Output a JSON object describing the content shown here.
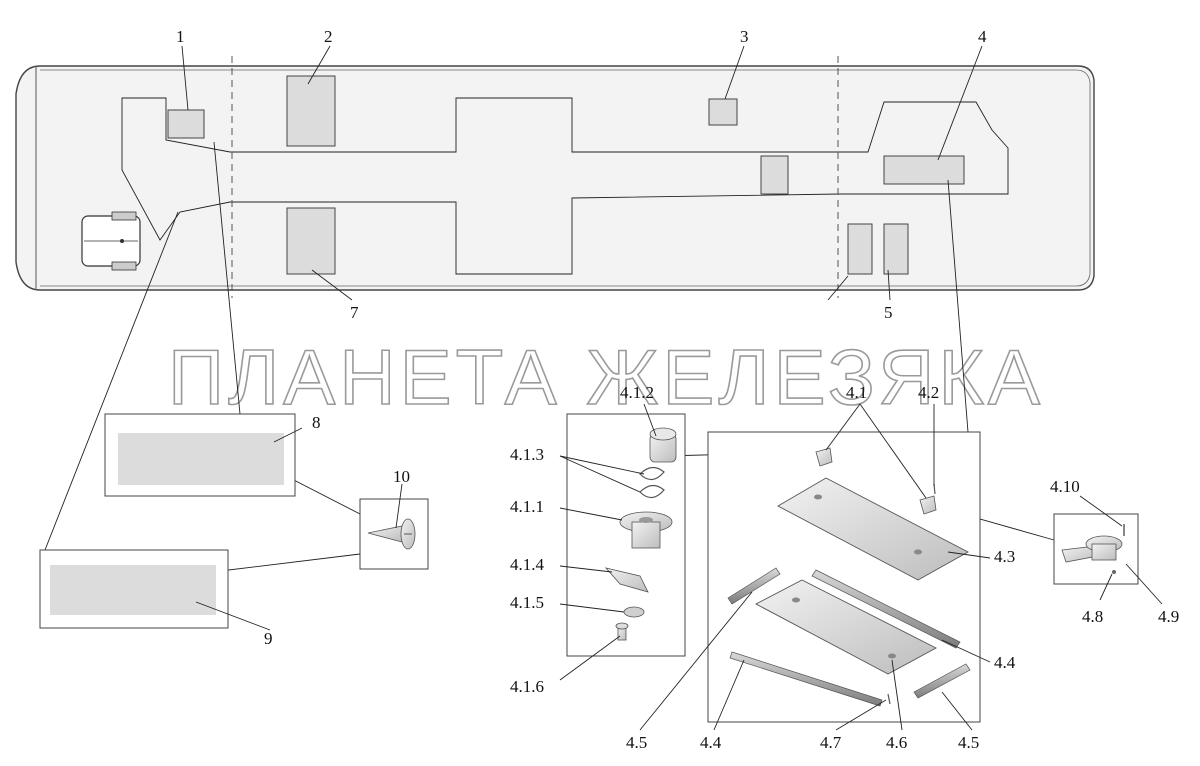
{
  "watermark": "ПЛАНЕТА ЖЕЛЕЗЯКА",
  "callouts": {
    "c1": "1",
    "c2": "2",
    "c3": "3",
    "c4": "4",
    "c5": "5",
    "c7": "7",
    "c8": "8",
    "c9": "9",
    "c10": "10",
    "c4_1": "4.1",
    "c4_2": "4.2",
    "c4_3": "4.3",
    "c4_4a": "4.4",
    "c4_4b": "4.4",
    "c4_5a": "4.5",
    "c4_5b": "4.5",
    "c4_6": "4.6",
    "c4_7": "4.7",
    "c4_8": "4.8",
    "c4_9": "4.9",
    "c4_10": "4.10",
    "c4_1_1": "4.1.1",
    "c4_1_2": "4.1.2",
    "c4_1_3": "4.1.3",
    "c4_1_4": "4.1.4",
    "c4_1_5": "4.1.5",
    "c4_1_6": "4.1.6"
  },
  "colors": {
    "panel_fill": "#dcdcdc",
    "bus_fill": "#f3f3f3",
    "outline": "#444444"
  }
}
